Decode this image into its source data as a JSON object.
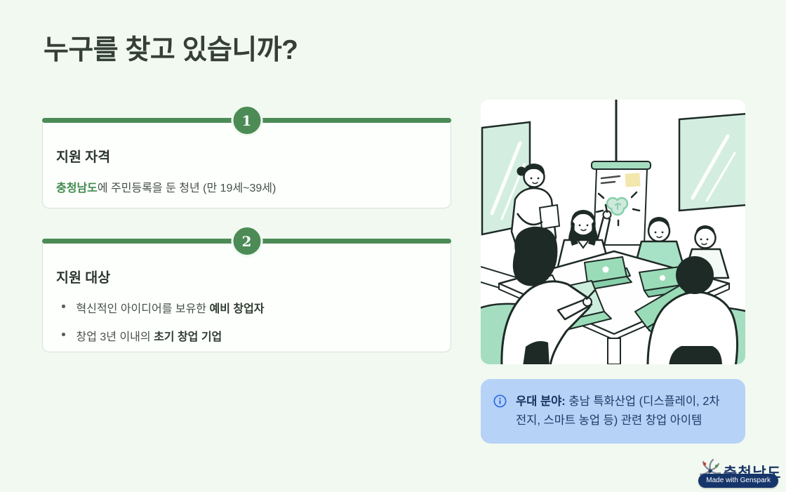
{
  "page": {
    "title": "누구를 찾고 있습니까?",
    "background_color": "#f1f9f1",
    "accent_green": "#4c8b55",
    "accent_blue": "#2c6be0"
  },
  "cards": [
    {
      "number": "1",
      "title": "지원 자격",
      "body_highlight": "충청남도",
      "body_rest": "에 주민등록을 둔 청년 (만 19세~39세)"
    },
    {
      "number": "2",
      "title": "지원 대상",
      "bullets": [
        {
          "prefix": "혁신적인 아이디어를 보유한 ",
          "bold": "예비 창업자"
        },
        {
          "prefix": "창업 3년 이내의 ",
          "bold": "초기 창업 기업"
        }
      ]
    }
  ],
  "info_box": {
    "label_bold": "우대 분야:",
    "text": " 충남 특화산업 (디스플레이, 2차 전지, 스마트 농업 등) 관련 창업 아이템",
    "background": "#b7d2f7",
    "text_color": "#1d3a66"
  },
  "illustration": {
    "palette": {
      "mint": "#a5ddc0",
      "mint_light": "#d3eee0",
      "laptop": "#9adcb8",
      "sticky_yellow": "#f3e7ae",
      "line": "#1e2a26"
    }
  },
  "footer": {
    "logo_text": "충청남도",
    "badge_text": "Made with Genspark"
  }
}
